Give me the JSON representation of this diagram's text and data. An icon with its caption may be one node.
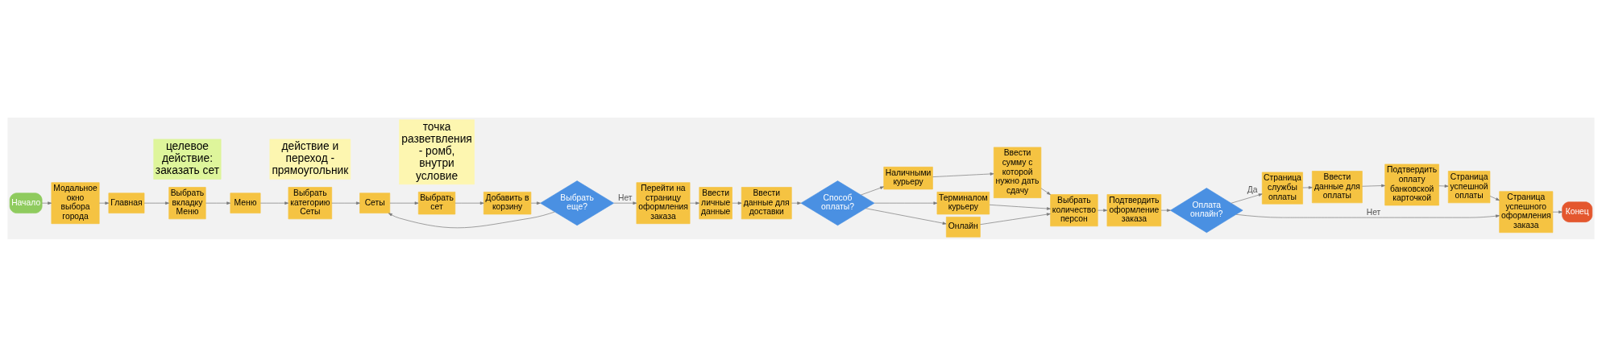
{
  "diagram": {
    "nodes": [
      {
        "text": [
          "Начало"
        ]
      },
      {
        "text": [
          "Модальное окно выбора города"
        ]
      },
      {
        "text": [
          "Главная"
        ]
      },
      {
        "text": [
          "Выбрать вкладку Меню"
        ]
      },
      {
        "text": [
          "Меню"
        ]
      },
      {
        "text": [
          "Выбрать категорию Сеты"
        ]
      },
      {
        "text": [
          "Сеты"
        ]
      },
      {
        "text": [
          "Выбрать сет"
        ]
      },
      {
        "text": [
          "Добавить в корзину"
        ]
      },
      {
        "text": [
          "Выбрать еще?"
        ]
      },
      {
        "text": [
          "Перейти на страницу оформления заказа"
        ]
      },
      {
        "text": [
          "Ввести личные данные"
        ]
      },
      {
        "text": [
          "Ввести данные для доставки"
        ]
      },
      {
        "text": [
          "Способ оплаты?"
        ]
      },
      {
        "text": [
          "Наличными курьеру"
        ]
      },
      {
        "text": [
          "Ввести сумму с которой нужно дать сдачу"
        ]
      },
      {
        "text": [
          "Терминалом курьеру"
        ]
      },
      {
        "text": [
          "Онлайн"
        ]
      },
      {
        "text": [
          "Выбрать количество персон"
        ]
      },
      {
        "text": [
          "Подтвердить оформление заказа"
        ]
      },
      {
        "text": [
          "Оплата онлайн?"
        ]
      },
      {
        "text": [
          "Страница службы оплаты"
        ]
      },
      {
        "text": [
          "Ввести данные для оплаты"
        ]
      },
      {
        "text": [
          "Подтвердить оплату банковской карточкой"
        ]
      },
      {
        "text": [
          "Страница успешной оплаты"
        ]
      },
      {
        "text": [
          "Страница успешного оформления заказа"
        ]
      },
      {
        "text": [
          "Конец"
        ]
      },
      {
        "text": [
          "целевое действие: заказать сет"
        ]
      },
      {
        "text": [
          "действие и переход - прямоугольник"
        ]
      },
      {
        "text": [
          "точка разветвления - ромб, внутри условие"
        ]
      }
    ],
    "edges": [
      {
        "from": 0,
        "to": 1,
        "arrow": "to"
      },
      {
        "from": 1,
        "to": 2,
        "arrow": "to"
      },
      {
        "from": 2,
        "to": 3,
        "arrow": "to"
      },
      {
        "from": 3,
        "to": 4,
        "arrow": "to"
      },
      {
        "from": 4,
        "to": 5,
        "arrow": "to"
      },
      {
        "from": 5,
        "to": 6,
        "arrow": "to"
      },
      {
        "from": 6,
        "to": 7,
        "arrow": "to"
      },
      {
        "from": 7,
        "to": 8,
        "arrow": "to"
      },
      {
        "from": 8,
        "to": 9,
        "arrow": "to"
      },
      {
        "from": 9,
        "to": 6,
        "arrow": "to"
      },
      {
        "from": 9,
        "to": 10,
        "arrow": "to",
        "label": "Нет"
      },
      {
        "from": 10,
        "to": 11,
        "arrow": "to"
      },
      {
        "from": 11,
        "to": 12,
        "arrow": "to"
      },
      {
        "from": 12,
        "to": 13,
        "arrow": "to"
      },
      {
        "from": 13,
        "to": 14,
        "arrow": "to"
      },
      {
        "from": 13,
        "to": 16,
        "arrow": "to"
      },
      {
        "from": 13,
        "to": 17,
        "arrow": "to"
      },
      {
        "from": 14,
        "to": 15,
        "arrow": "to"
      },
      {
        "from": 15,
        "to": 18,
        "arrow": "to"
      },
      {
        "from": 16,
        "to": 18,
        "arrow": "to"
      },
      {
        "from": 17,
        "to": 18,
        "arrow": "to"
      },
      {
        "from": 18,
        "to": 19,
        "arrow": "to"
      },
      {
        "from": 19,
        "to": 20,
        "arrow": "to"
      },
      {
        "from": 20,
        "to": 21,
        "arrow": "to",
        "label": "Да"
      },
      {
        "from": 21,
        "to": 22,
        "arrow": "to"
      },
      {
        "from": 22,
        "to": 23,
        "arrow": "to"
      },
      {
        "from": 23,
        "to": 24,
        "arrow": "to"
      },
      {
        "from": 24,
        "to": 25,
        "arrow": "to"
      },
      {
        "from": 20,
        "to": 25,
        "arrow": "to",
        "label": "Нет"
      },
      {
        "from": 25,
        "to": 26,
        "arrow": "to"
      }
    ]
  }
}
